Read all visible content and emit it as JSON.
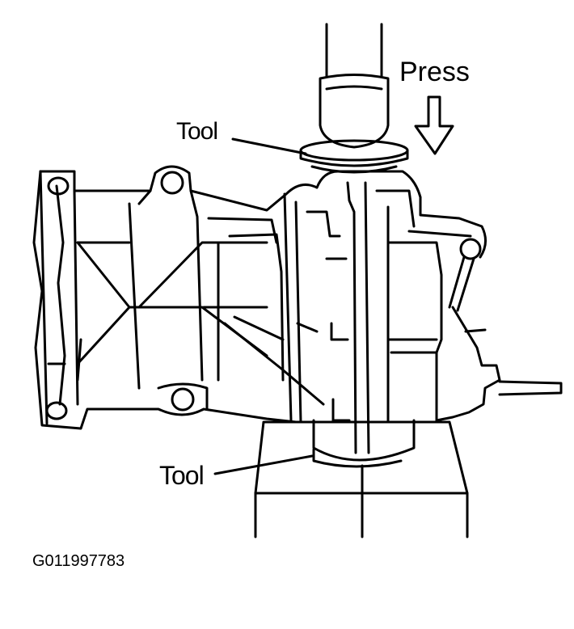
{
  "labels": {
    "press": "Press",
    "tool_top": "Tool",
    "tool_bottom": "Tool"
  },
  "figure_code": "G011997783",
  "colors": {
    "line": "#000000",
    "background": "#ffffff"
  }
}
